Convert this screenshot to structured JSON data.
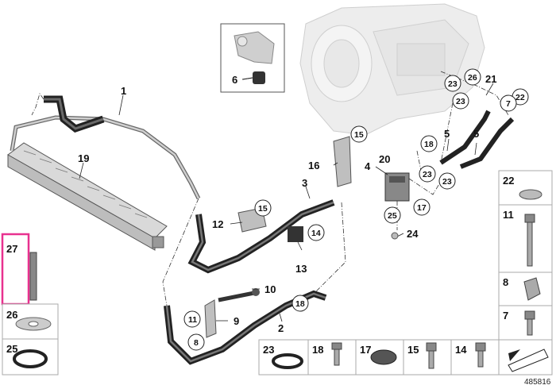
{
  "diagram": {
    "labels": {
      "l1": "1",
      "l2": "2",
      "l3": "3",
      "l4": "4",
      "l5a": "5",
      "l5b": "5",
      "l6": "6",
      "l7": "7",
      "l8": "8",
      "l9": "9",
      "l10": "10",
      "l11": "11",
      "l12": "12",
      "l13": "13",
      "l14": "14",
      "l15a": "15",
      "l15b": "15",
      "l16": "16",
      "l17": "17",
      "l18a": "18",
      "l18b": "18",
      "l19": "19",
      "l20": "20",
      "l21": "21",
      "l22": "22",
      "l23a": "23",
      "l23b": "23",
      "l23c": "23",
      "l23d": "23",
      "l24": "24",
      "l25": "25",
      "l26": "26"
    },
    "boxes": {
      "b27": "27",
      "b26": "26",
      "b25": "25",
      "b23": "23",
      "b18": "18",
      "b17": "17",
      "b15": "15",
      "b14": "14",
      "b22": "22",
      "b11": "11",
      "b8": "8",
      "b7": "7"
    },
    "reference_number": "485816",
    "highlight_color": "#e8318f"
  }
}
